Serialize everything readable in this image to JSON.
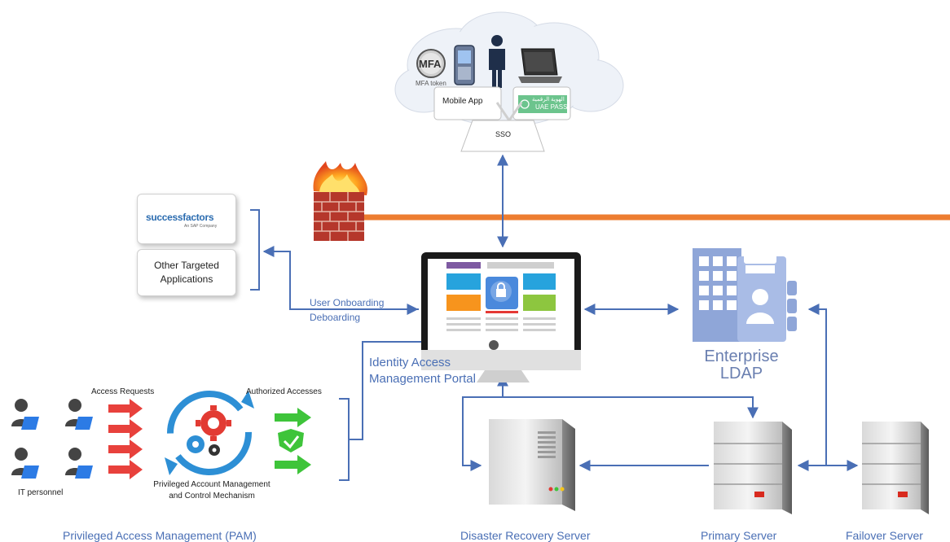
{
  "cloud": {
    "mfa_badge": "MFA",
    "mfa_caption": "MFA token",
    "mobile_app": "Mobile App",
    "uae_pass": "UAE PASS",
    "uae_pass_arabic": "الهوية الرقمية",
    "sso": "SSO"
  },
  "apps": {
    "successfactors_brand": "successfactors",
    "successfactors_sub": "An SAP Company",
    "other_line1": "Other Targeted",
    "other_line2": "Applications"
  },
  "flow": {
    "onboarding_line1": "User Onboarding",
    "onboarding_line2": "Deboarding"
  },
  "portal": {
    "line1": "Identity Access",
    "line2": "Management Portal"
  },
  "ldap": {
    "line1": "Enterprise",
    "line2": "LDAP"
  },
  "pam": {
    "access_requests": "Access Requests",
    "authorized_accesses": "Authorized Accesses",
    "it_personnel": "IT personnel",
    "mechanism_line1": "Privileged Account Management",
    "mechanism_line2": "and Control Mechanism",
    "title": "Privileged Access Management (PAM)"
  },
  "servers": {
    "disaster_recovery": "Disaster Recovery Server",
    "primary": "Primary Server",
    "failover": "Failover Server"
  },
  "colors": {
    "connector": "#4a6fb5",
    "firewall_line": "#ed7d31",
    "label_blue": "#4a6fb5",
    "ldap_blue": "#8fa6d8",
    "arrow_red": "#e8413c",
    "arrow_green": "#3ec43a"
  }
}
